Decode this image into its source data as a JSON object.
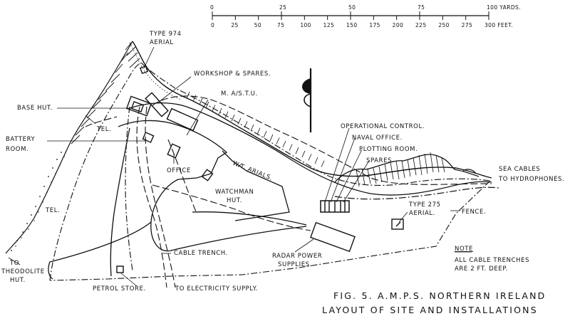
{
  "scale": {
    "yards": [
      "0",
      "25",
      "50",
      "75",
      "100 YARDS."
    ],
    "feet": [
      "0",
      "25",
      "50",
      "75",
      "100",
      "125",
      "150",
      "175",
      "200",
      "225",
      "250",
      "275",
      "300 FEET."
    ]
  },
  "labels": {
    "type974": "TYPE 974",
    "aerial974": "AERIAL",
    "workshop": "WORKSHOP & SPARES.",
    "mastu": "M. A/S.T.U.",
    "base_hut": "BASE HUT.",
    "tel1": "TEL.",
    "battery": "BATTERY",
    "room": "ROOM.",
    "office": "OFFICE",
    "wt": "W.T. ARIALS.",
    "watchman": "WATCHMAN",
    "watchman_hut": "HUT.",
    "tel2": "TEL.",
    "op_control": "OPERATIONAL CONTROL.",
    "naval_office": "NAVAL OFFICE.",
    "plotting": "PLOTTING ROOM.",
    "spares": "SPARES.",
    "sea1": "SEA CABLES",
    "sea2": "TO HYDROPHONES.",
    "type275": "TYPE 275",
    "aerial275": "AERIAL.",
    "fence": "FENCE.",
    "cable_trench": "CABLE TRENCH.",
    "radar1": "RADAR POWER",
    "radar2": "SUPPLIES.",
    "to": "TO",
    "theodolite": "THEODOLITE",
    "hut": "HUT.",
    "petrol": "PETROL STORE.",
    "electricity": "TO ELECTRICITY SUPPLY.",
    "note": "NOTE",
    "note1": "ALL CABLE TRENCHES",
    "note2": "ARE 2 FT. DEEP."
  },
  "title": {
    "line1": "FIG. 5.  A.M.P.S.  NORTHERN  IRELAND",
    "line2": "LAYOUT  OF  SITE  AND  INSTALLATIONS"
  }
}
